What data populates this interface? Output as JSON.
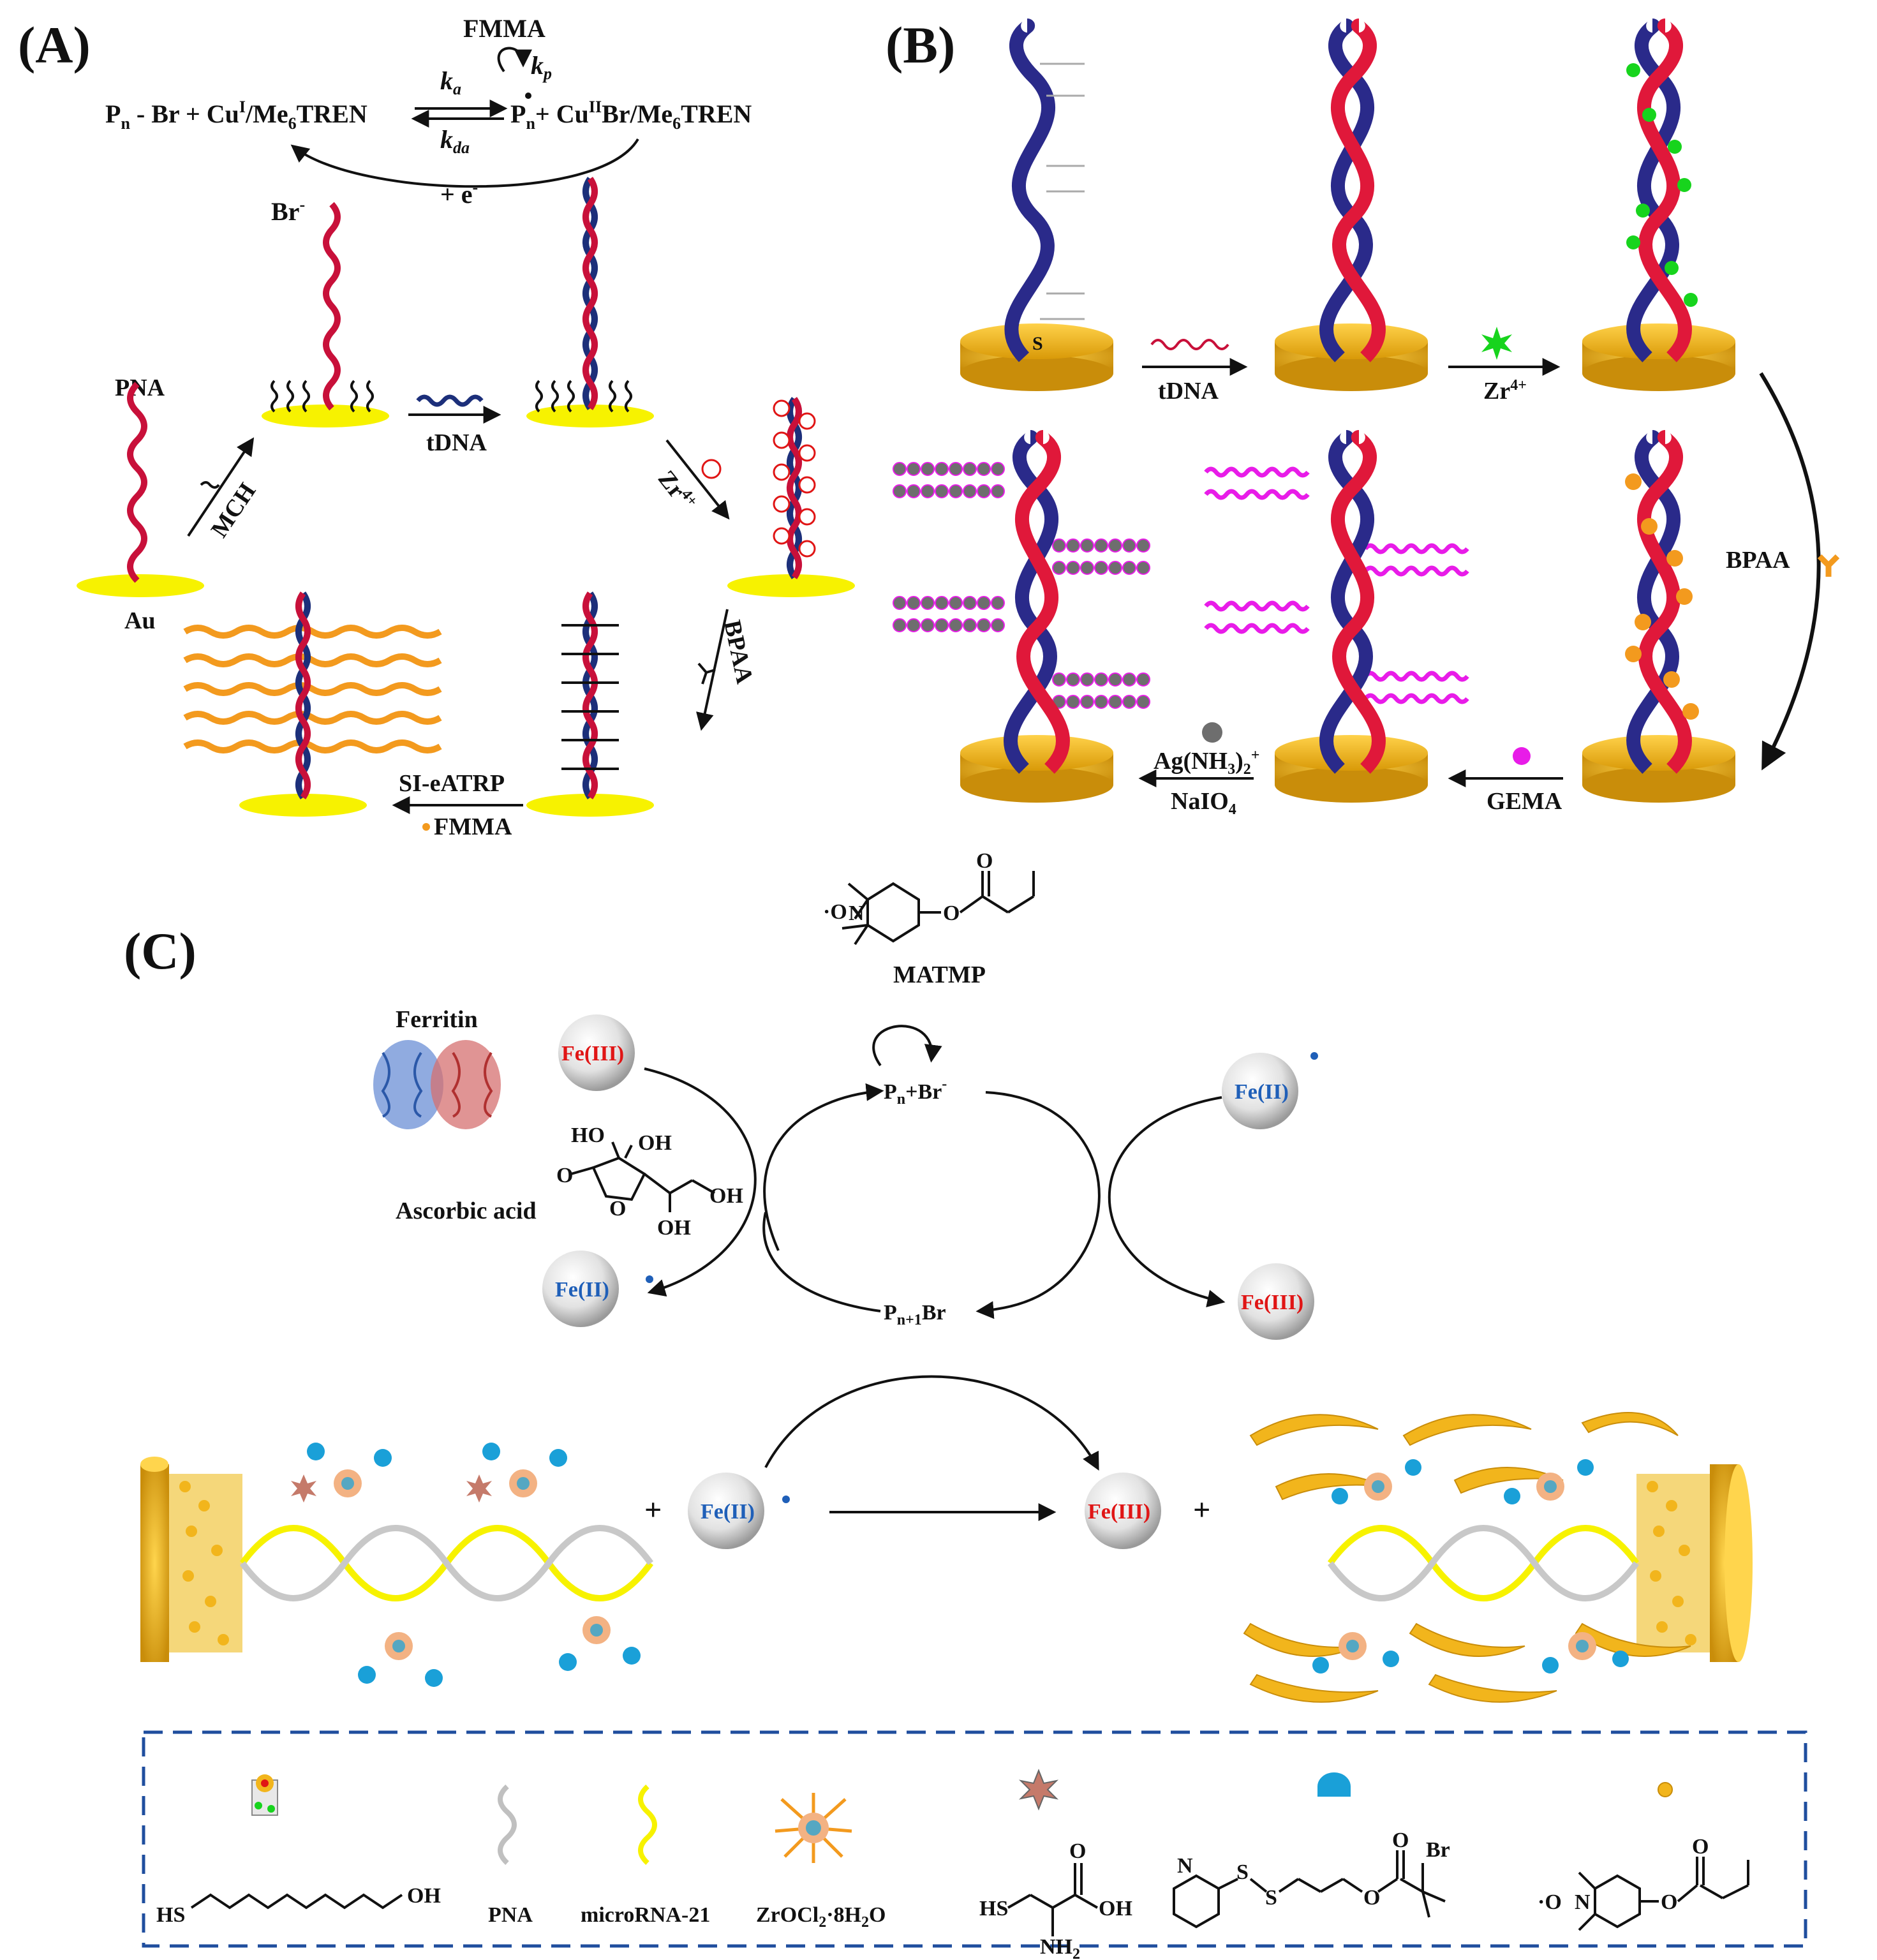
{
  "panels": {
    "a": "(A)",
    "b": "(B)",
    "c": "(C)"
  },
  "colors": {
    "strand_red": "#c8103a",
    "strand_navy": "#2a2a8a",
    "gold": "#f2b51c",
    "gold_dark": "#c98d0a",
    "yellow_pad": "#f7f200",
    "polymer_orange": "#f39a1e",
    "magenta": "#e81ce8",
    "grey_bead": "#6e6e6e",
    "zr_green": "#17d41d",
    "fe_red": "#e01515",
    "fe_blue": "#1f5fb8",
    "legend_border": "#1f4e9e"
  },
  "panel_a": {
    "fmma_top": "FMMA",
    "ka": "k",
    "ka_sub": "a",
    "kp": "k",
    "kp_sub": "p",
    "kda": "k",
    "kda_sub": "da",
    "eq_left_1": "P",
    "eq_left_1_sub": "n",
    "eq_left_2": " - Br + Cu",
    "eq_left_2_sup": "I",
    "eq_left_3": "/Me",
    "eq_left_3_sub": "6",
    "eq_left_4": "TREN",
    "eq_right_1": "P",
    "eq_right_1_sub": "n",
    "eq_right_2": "+ Cu",
    "eq_right_2_sup": "II",
    "eq_right_3": "Br/Me",
    "eq_right_3_sub": "6",
    "eq_right_4": "TREN",
    "br": "Br",
    "br_sup": "-",
    "electron": "+ e",
    "electron_sup": "-",
    "pna": "PNA",
    "au": "Au",
    "mch": "MCH",
    "tdna": "tDNA",
    "zr": "Zr",
    "zr_sup": "4+",
    "bpaa": "BPAA",
    "si_eatrp": "SI-eATRP",
    "fmma_bottom": "FMMA"
  },
  "panel_b": {
    "tdna": "tDNA",
    "zr": "Zr",
    "zr_sup": "4+",
    "bpaa": "BPAA",
    "gema": "GEMA",
    "ag_1": "Ag(NH",
    "ag_sub": "3",
    "ag_2": ")",
    "ag_sub2": "2",
    "ag_sup": "+",
    "naio_1": "NaIO",
    "naio_sub": "4",
    "s": "S"
  },
  "panel_c": {
    "matmp": "MATMP",
    "matmp_o": "O",
    "matmp_n": "N",
    "ferritin": "Ferritin",
    "ascorbic": "Ascorbic acid",
    "ho": "HO",
    "oh1": "OH",
    "o_ring": "O",
    "o_eq": "O",
    "oh2": "OH",
    "oh3": "OH",
    "fe3": "Fe(III)",
    "fe2": "Fe(II)",
    "pn_br_1": "P",
    "pn_br_sub": "n",
    "pn_br_2": "+Br",
    "pn_br_sup": "-",
    "pn1br_1": "P",
    "pn1br_sub": "n+1",
    "pn1br_2": "Br",
    "plus": "+"
  },
  "legend": {
    "hs_chain": "HS",
    "oh_chain": "OH",
    "pna": "PNA",
    "mirna": "microRNA-21",
    "zr_1": "ZrOCl",
    "zr_sub": "2",
    "zr_2": "·8H",
    "zr_sub2": "2",
    "zr_3": "O",
    "cys_hs": "HS",
    "cys_oh": "OH",
    "cys_o": "O",
    "cys_nh2": "NH",
    "cys_nh2_sub": "2",
    "n": "N",
    "s1": "S",
    "s2": "S",
    "o1": "O",
    "o2": "O",
    "br": "Br",
    "tempo_o": "O",
    "tempo_n": "N",
    "tempo_o2": "O",
    "tempo_o3": "O"
  }
}
